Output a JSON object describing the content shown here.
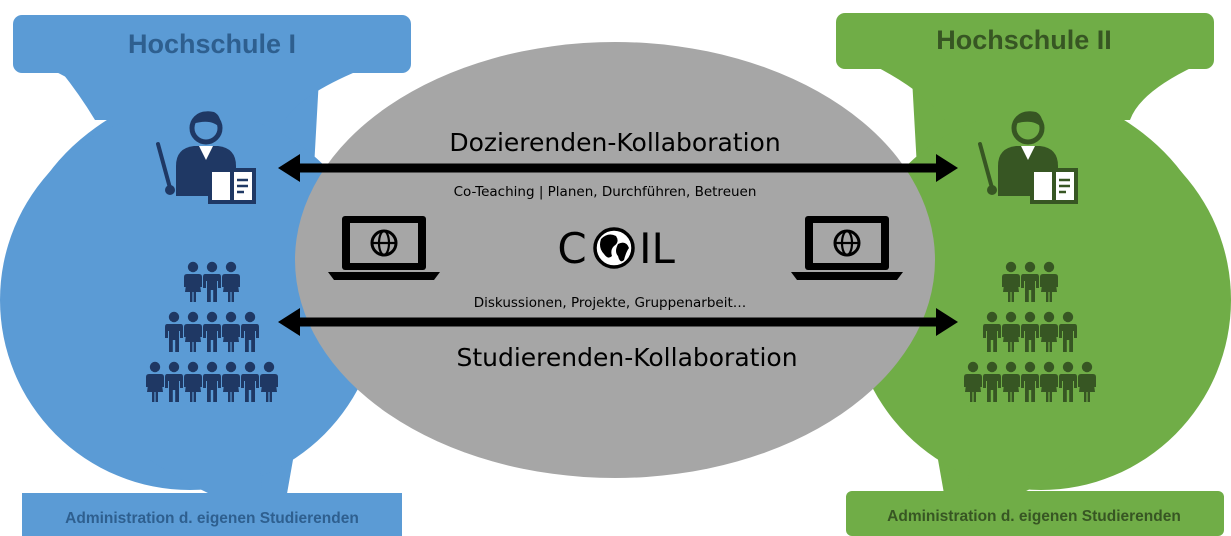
{
  "left_school": {
    "title": "Hochschule I",
    "admin_label": "Administration d. eigenen Studierenden",
    "fill": "#5b9bd5",
    "text_color": "#2e5f8f",
    "icon_color": "#1f3864"
  },
  "right_school": {
    "title": "Hochschule II",
    "admin_label": "Administration d. eigenen Studierenden",
    "fill": "#70ad47",
    "text_color": "#375623",
    "icon_color": "#375623"
  },
  "center": {
    "fill": "#a6a6a6",
    "logo_text_left": "C",
    "logo_text_right": "IL",
    "teacher_collab": "Dozierenden-Kollaboration",
    "teacher_sub": "Co-Teaching | Planen, Durchführen, Betreuen",
    "student_sub": "Diskussionen, Projekte, Gruppenarbeit…",
    "student_collab": "Studierenden-Kollaboration"
  },
  "icons": [
    "teacher-icon",
    "students-group-icon",
    "laptop-globe-icon",
    "globe-icon",
    "double-arrow-icon"
  ]
}
